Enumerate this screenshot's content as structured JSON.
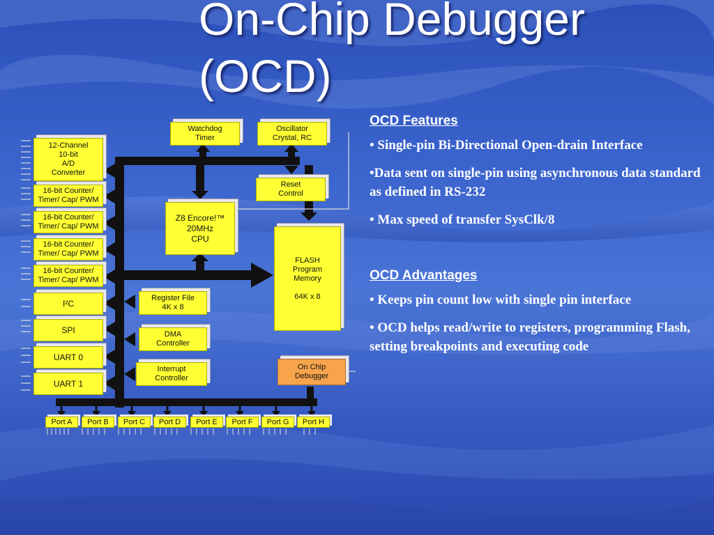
{
  "slide": {
    "title_line1": "On-Chip Debugger",
    "title_line2": "(OCD)"
  },
  "diagram": {
    "blocks": {
      "adc": "12-Channel\n10-bit\nA/D\nConverter",
      "counter1": "16-bit Counter/\nTimer/ Cap/ PWM",
      "counter2": "16-bit Counter/\nTimer/ Cap/ PWM",
      "counter3": "16-bit Counter/\nTimer/ Cap/ PWM",
      "counter4": "16-bit Counter/\nTimer/ Cap/ PWM",
      "i2c": "I²C",
      "spi": "SPI",
      "uart0": "UART 0",
      "uart1": "UART 1",
      "watchdog": "Watchdog\nTimer",
      "oscillator": "Oscillator\nCrystal, RC",
      "reset": "Reset\nControl",
      "cpu": "Z8 Encore!™\n20MHz\nCPU",
      "flash": "FLASH\nProgram\nMemory\n\n64K x 8",
      "register_file": "Register File\n4K x 8",
      "dma": "DMA\nController",
      "interrupt": "Interrupt\nController",
      "ocd": "On Chip\nDebugger"
    },
    "ports": [
      "Port A",
      "Port B",
      "Port C",
      "Port D",
      "Port E",
      "Port F",
      "Port G",
      "Port H"
    ]
  },
  "features": {
    "heading": "OCD Features",
    "items": [
      "• Single-pin Bi-Directional Open-drain Interface",
      "•Data sent on  single-pin using asynchronous data standard as defined in RS-232",
      "• Max speed of transfer SysClk/8"
    ]
  },
  "advantages": {
    "heading": "OCD Advantages",
    "items": [
      "• Keeps pin count low with single pin interface",
      "• OCD helps read/write to registers, programming Flash, setting breakpoints and executing code"
    ]
  },
  "colors": {
    "block_fill": "#ffff33",
    "debugger_fill": "#f7a44c",
    "bus": "#111111",
    "text": "#ffffff"
  }
}
